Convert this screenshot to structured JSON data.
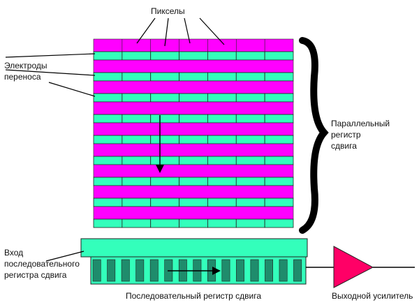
{
  "labels": {
    "pixels": "Пикселы",
    "electrodes_line1": "Электроды",
    "electrodes_line2": "переноса",
    "parallel_line1": "Параллельный",
    "parallel_line2": "регистр",
    "parallel_line3": "сдвига",
    "input_line1": "Вход",
    "input_line2": "последовательного",
    "input_line3": "регистра сдвига",
    "serial_register": "Последовательный регистр сдвига",
    "amplifier": "Выходной усилитель"
  },
  "colors": {
    "pixel_row": "#ff00ff",
    "electrode_row": "#33ffbb",
    "serial_cell_dark": "#1f8c6c",
    "serial_cell_light": "#33ffbb",
    "amplifier": "#ff0066",
    "stroke": "#222222"
  },
  "grid": {
    "columns": 7,
    "pixel_rows": 9,
    "electrode_rows": 9
  },
  "serial_register": {
    "cells": 15
  }
}
